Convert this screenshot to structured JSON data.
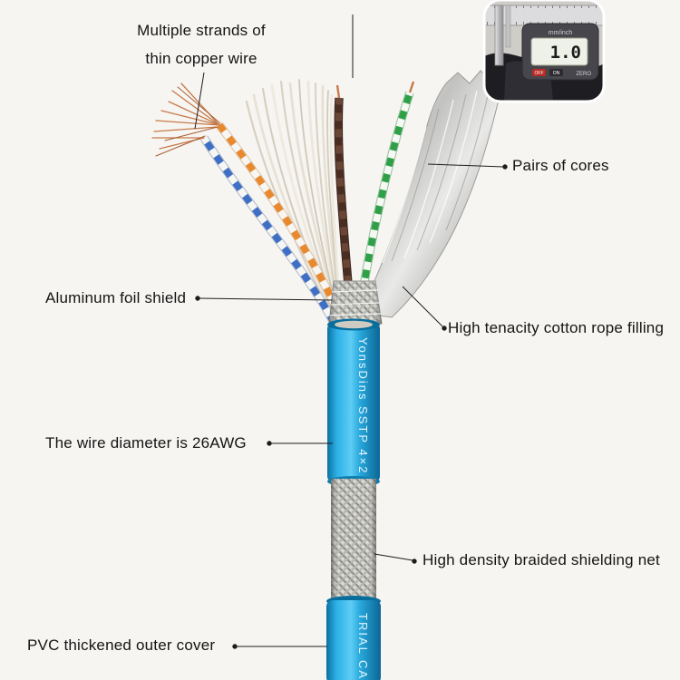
{
  "background": "#f7f5f2",
  "annotations": {
    "copper_line1": "Multiple strands of",
    "copper_line2": "thin copper wire",
    "pairs": "Pairs of cores",
    "foil": "Aluminum foil shield",
    "cotton": "High tenacity cotton rope filling",
    "diameter": "The wire diameter is 26AWG",
    "braid": "High density braided shielding net",
    "pvc": "PVC thickened outer cover"
  },
  "cable_print": {
    "upper": "YonsDins  SSTP 4×2",
    "lower": "TRIAL CAB"
  },
  "caliper": {
    "display_value": "1.0",
    "unit": "mm/inch",
    "button_off": "OFF",
    "button_on": "ON",
    "button_zero": "ZERO"
  },
  "colors": {
    "jacket_blue": "#1fa0d8",
    "pair_blue": "#3f6fc4",
    "pair_orange": "#e8892f",
    "pair_brown": "#5f4031",
    "pair_green": "#2fa047",
    "copper": "#c67a49",
    "foil_silver": "#c9c9c7"
  }
}
